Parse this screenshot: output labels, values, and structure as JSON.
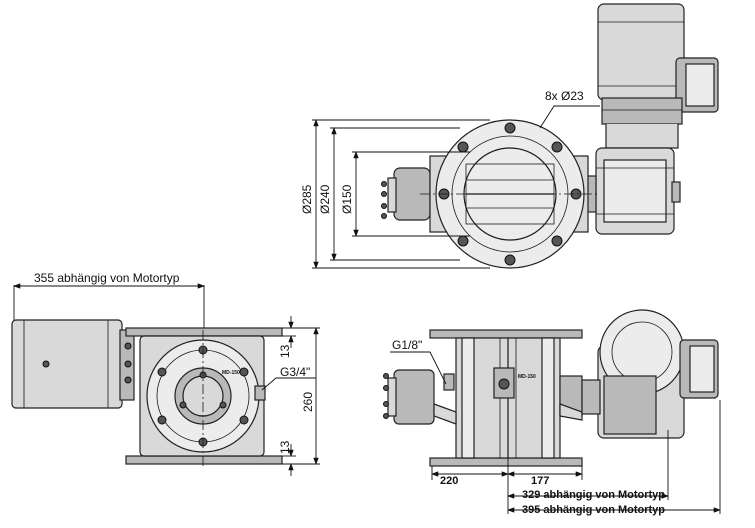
{
  "top_view": {
    "hole_label": "8x Ø23",
    "dia_outer": "Ø285",
    "dia_bolt": "Ø240",
    "dia_bore": "Ø150"
  },
  "front_view": {
    "motor_length": "355 abhängig von  Motortyp",
    "flange_top": "13",
    "flange_bottom": "13",
    "height": "260",
    "port_label": "G3/4\"",
    "plate_text": "MD-150"
  },
  "side_view": {
    "port_label": "G1/8\"",
    "plate_text": "MD-150",
    "left_dim": "220",
    "right_dim": "177",
    "total_dim_1": "329 abhängig von Motortyp",
    "total_dim_2": "395 abhängig von Motortyp"
  }
}
